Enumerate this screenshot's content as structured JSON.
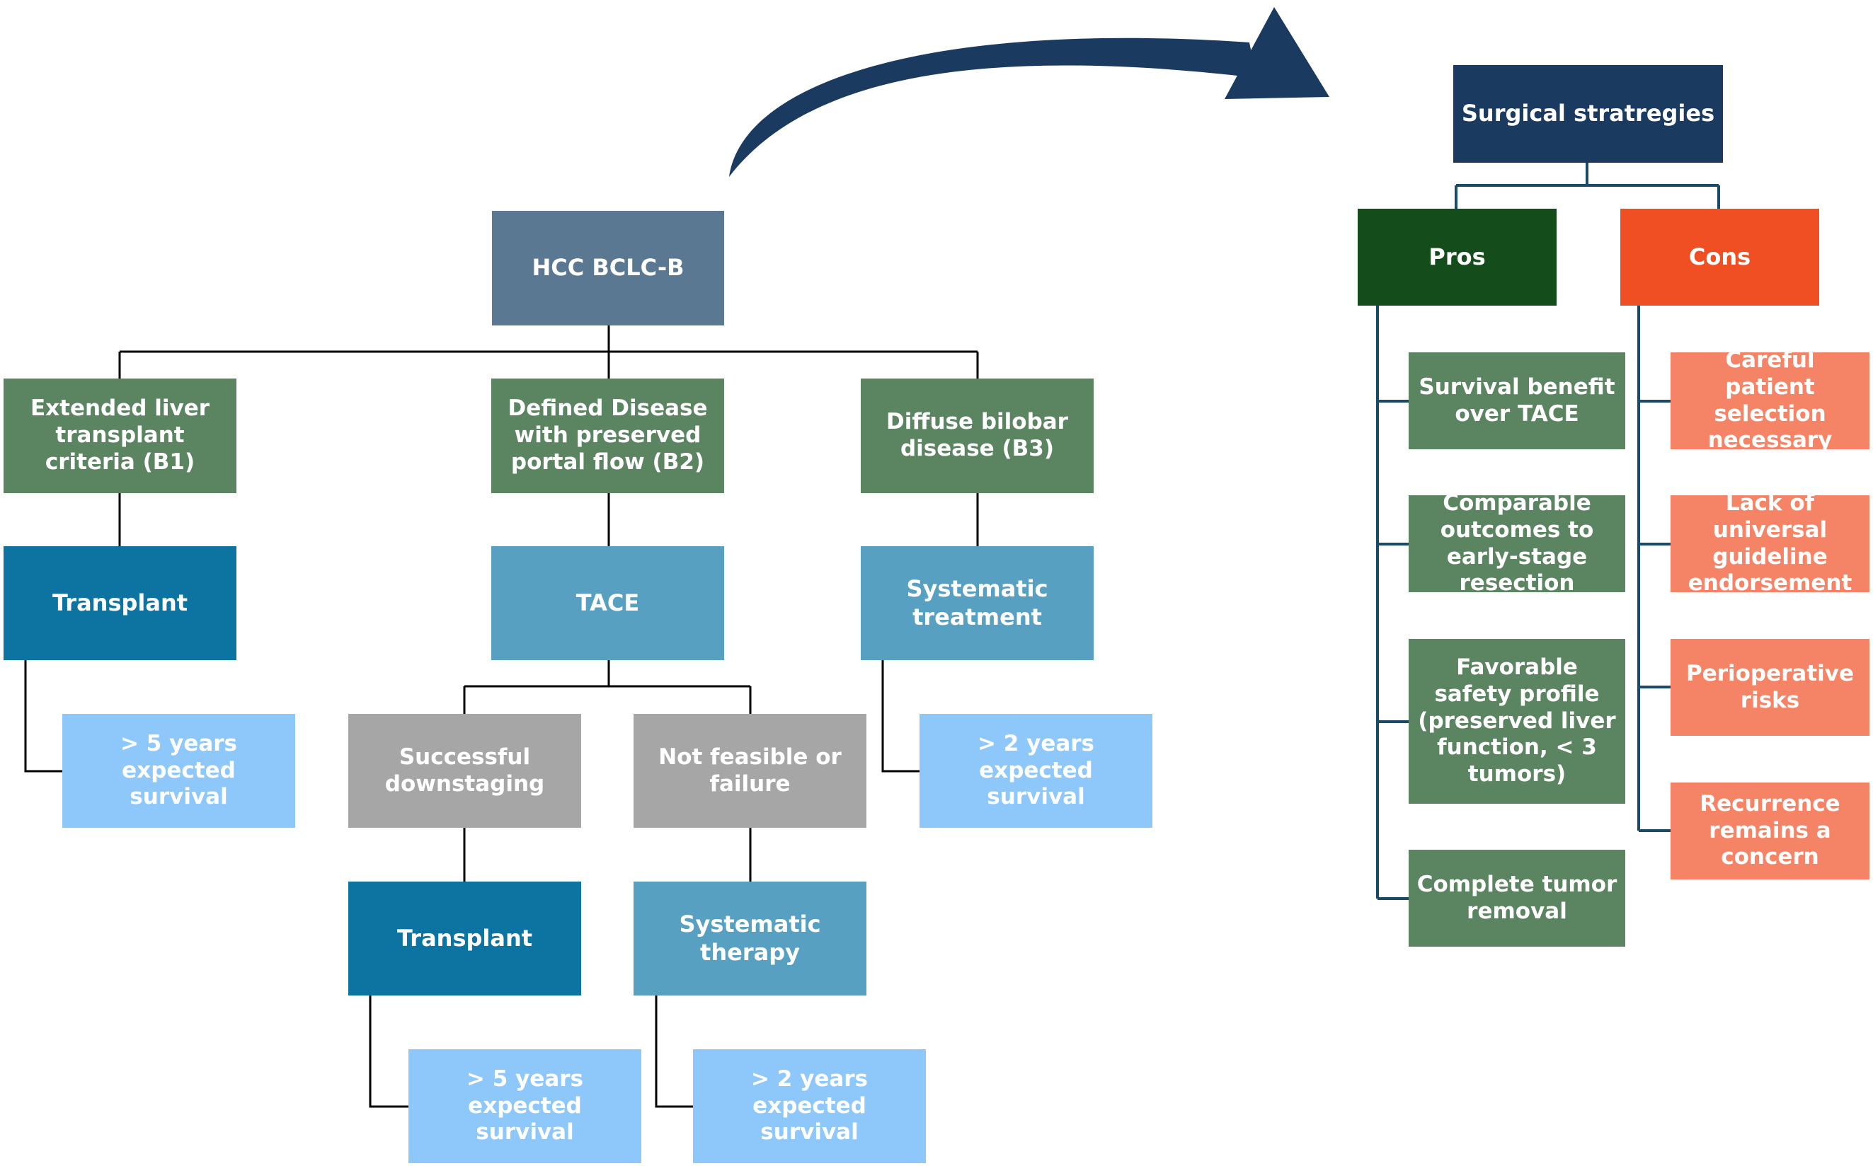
{
  "left_tree": {
    "root": "HCC BCLC-B",
    "branch_b1": {
      "category": "Extended liver transplant criteria (B1)",
      "treatment": "Transplant",
      "outcome": "> 5 years expected survival"
    },
    "branch_b2": {
      "category": "Defined Disease with preserved portal flow (B2)",
      "treatment": "TACE",
      "success": {
        "label": "Successful downstaging",
        "treatment": "Transplant",
        "outcome": "> 5 years expected survival"
      },
      "failure": {
        "label": "Not feasible or failure",
        "treatment": "Systematic therapy",
        "outcome": "> 2 years expected survival"
      }
    },
    "branch_b3": {
      "category": "Diffuse bilobar disease (B3)",
      "treatment": "Systematic treatment",
      "outcome": "> 2 years expected survival"
    }
  },
  "right_tree": {
    "title": "Surgical stratregies",
    "pros": {
      "label": "Pros",
      "items": [
        "Survival benefit over TACE",
        "Comparable outcomes to early-stage resection",
        "Favorable safety profile (preserved liver function, < 3 tumors)",
        "Complete tumor removal"
      ]
    },
    "cons": {
      "label": "Cons",
      "items": [
        "Careful patient selection necessary",
        "Lack of universal guideline endorsement",
        "Perioperative risks",
        "Recurrence remains a concern"
      ]
    }
  },
  "colors": {
    "root": "#5a7891",
    "category": "#5b8461",
    "transplant": "#0d73a0",
    "therapy": "#57a0c2",
    "intermediate": "#a6a6a6",
    "outcome": "#8ec8fb",
    "surgical_title": "#1a3a5f",
    "pros": "#144d1b",
    "cons": "#f04e23",
    "cons_item": "#f58466",
    "connector": "#000000",
    "right_connector": "#1a4a6a",
    "arrow": "#1a3a5f"
  }
}
